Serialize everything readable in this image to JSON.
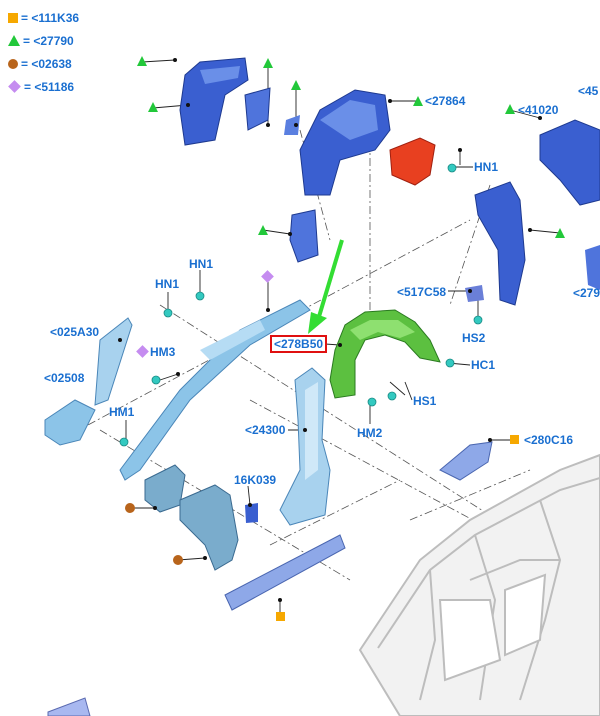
{
  "legend": [
    {
      "shape": "square",
      "color": "#f6a800",
      "text": "= <111K36"
    },
    {
      "shape": "triangle",
      "color": "#22c83a",
      "text": "= <27790"
    },
    {
      "shape": "circle",
      "color": "#b8641b",
      "text": "= <02638"
    },
    {
      "shape": "diamond",
      "color": "#c58cf0",
      "text": "= <51186"
    }
  ],
  "labels": {
    "c27864": "<27864",
    "c41020": "<41020",
    "c45": "<45",
    "hn1_right": "HN1",
    "c279": "<279",
    "c517c58": "<517C58",
    "hs2": "HS2",
    "hn1_mid": "HN1",
    "hn1_left": "HN1",
    "c025a30": "<025A30",
    "hm3": "HM3",
    "c02508": "<02508",
    "hm1": "HM1",
    "c278b50": "<278B50",
    "hc1": "HC1",
    "hs1": "HS1",
    "hm2": "HM2",
    "c24300": "<24300",
    "c280c16": "<280C16",
    "c16k039": "16K039"
  },
  "colors": {
    "label_blue": "#1a6fd0",
    "part_dark_blue": "#3a5fd0",
    "part_light_blue": "#8cc4e8",
    "part_green": "#5cc040",
    "part_red": "#e84020",
    "fastener_cyan": "#33c9c0",
    "body_grey": "#d8d8d8",
    "highlight_red": "#e01010",
    "arrow_green": "#33dd33"
  }
}
